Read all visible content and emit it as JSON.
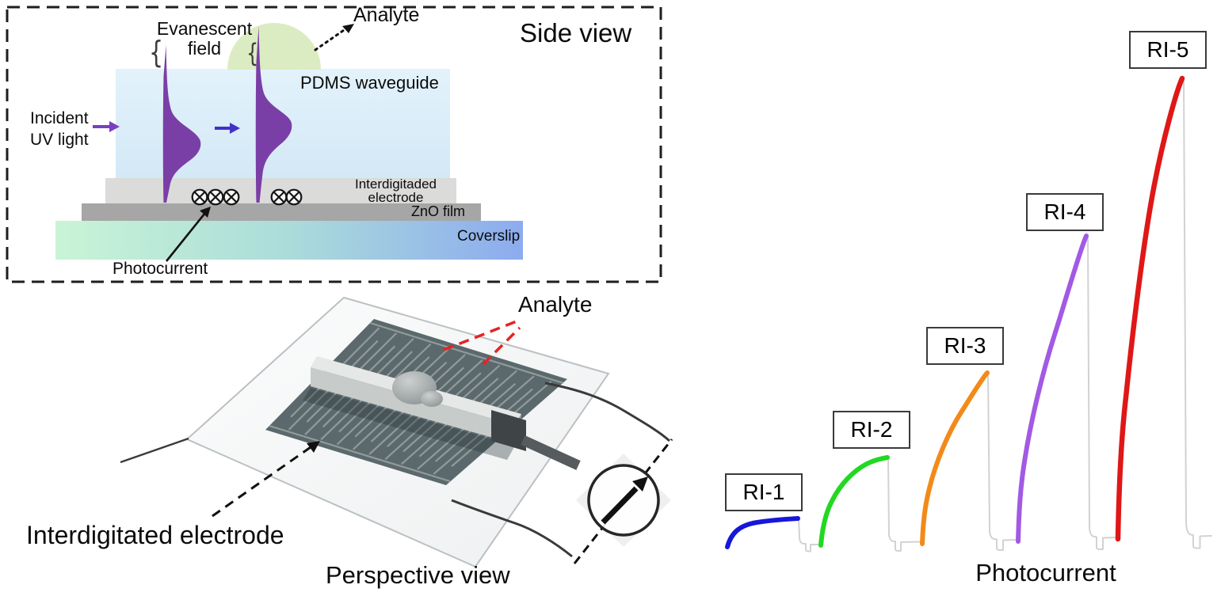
{
  "side_view": {
    "title": "Side view",
    "labels": {
      "evanescent_line1": "Evanescent",
      "evanescent_line2": "field",
      "analyte": "Analyte",
      "pdms": "PDMS waveguide",
      "incident_line1": "Incident",
      "incident_line2": "UV light",
      "brace": "{",
      "electrode_line1": "Interdigitaded",
      "electrode_line2": "electrode",
      "zno": "ZnO film",
      "coverslip": "Coverslip",
      "photocurrent": "Photocurrent"
    },
    "colors": {
      "waveguide_blue": "#d9edf8",
      "analyte_droplet_green": "#dcecc2",
      "evanescent_field_purple": "#7a3fa6",
      "incident_arrow_purple": "#7a3fc0",
      "guided_arrow_indigo": "#4331c9",
      "electrode_gray": "#dbdbd9",
      "zno_gray": "#a6a6a6",
      "coverslip_gradient_left": "#c9f4d6",
      "coverslip_gradient_right": "#8cabef"
    }
  },
  "perspective_view": {
    "title": "Perspective view",
    "labels": {
      "analyte": "Analyte",
      "electrode": "Interdigitated electrode"
    },
    "colors": {
      "chip_slate": "#5b696d",
      "analyte_pointer_red": "#e62222",
      "waveguide_bar_gray": "#e3e5e4"
    }
  },
  "chart_data": {
    "type": "line",
    "title": "Photocurrent",
    "xlabel": "",
    "ylabel": "",
    "legend_position": "labels boxed above each pulse",
    "grid": false,
    "description": "Five sequential photocurrent rise-decay pulses of increasing peak height for analytes of increasing refractive index; no axes or tick values are drawn.",
    "series": [
      {
        "name": "RI-1",
        "color": "#1717d9",
        "peak_relative": 1.0
      },
      {
        "name": "RI-2",
        "color": "#22d822",
        "peak_relative": 3.3
      },
      {
        "name": "RI-3",
        "color": "#f28a1a",
        "peak_relative": 6.6
      },
      {
        "name": "RI-4",
        "color": "#a259e4",
        "peak_relative": 11.8
      },
      {
        "name": "RI-5",
        "color": "#e01717",
        "peak_relative": 17.9
      }
    ]
  }
}
